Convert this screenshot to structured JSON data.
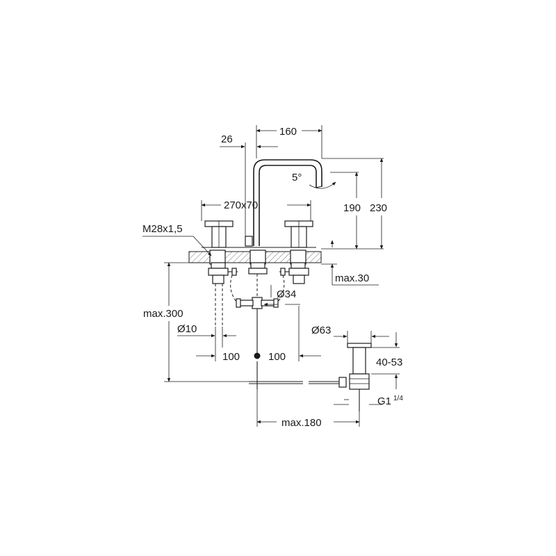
{
  "labels": {
    "d26": "26",
    "d160": "160",
    "angle": "5°",
    "d270x70": "270x70",
    "d190": "190",
    "d230": "230",
    "thread": "M28x1,5",
    "max30": "max.30",
    "dia34": "Ø34",
    "max300": "max.300",
    "dia10": "Ø10",
    "d100_left": "100",
    "d100_right": "100",
    "dia63": "Ø63",
    "d40_53": "40-53",
    "g1": "G1",
    "g1_frac": "1/4",
    "max180": "max.180"
  }
}
